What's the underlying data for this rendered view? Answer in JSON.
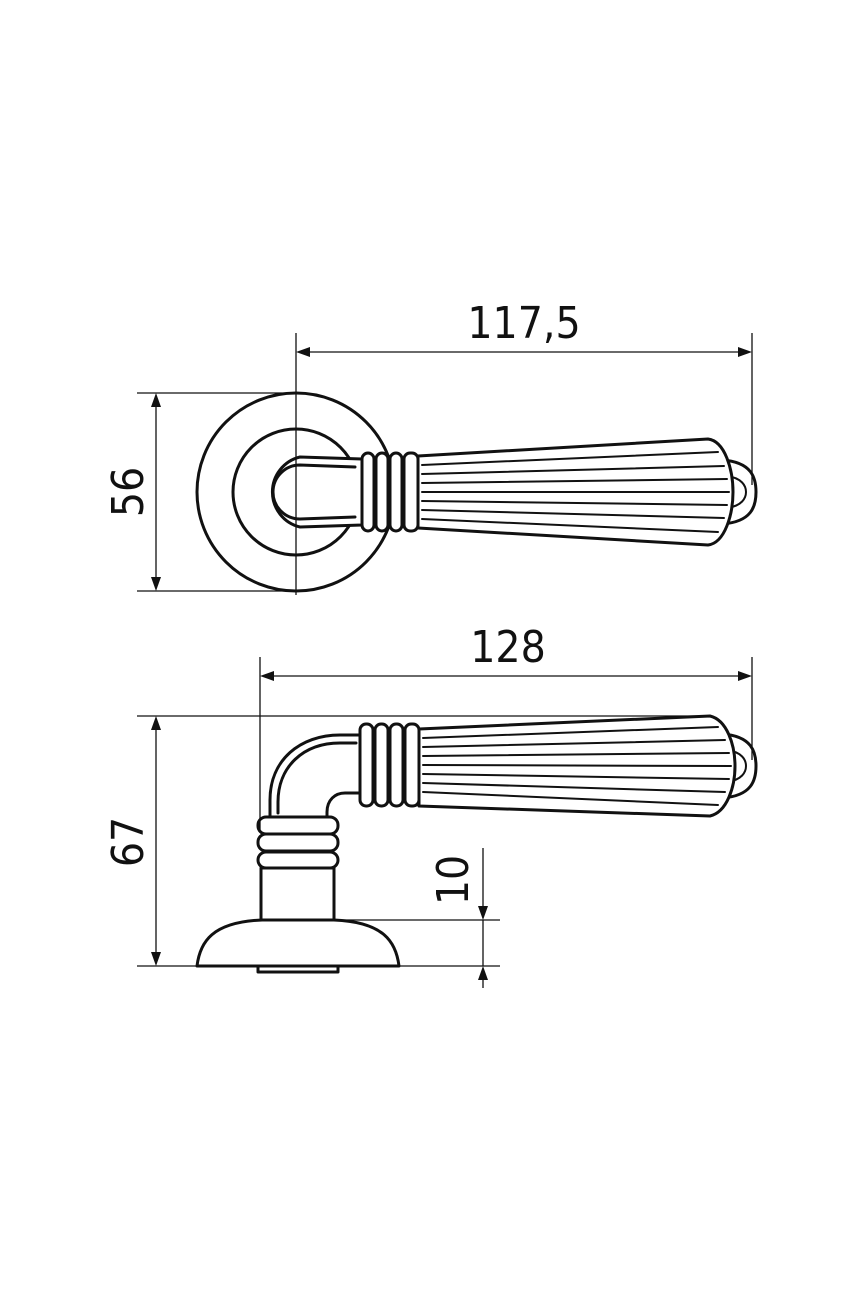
{
  "drawing": {
    "line_color": "#111111",
    "background": "#ffffff",
    "dimensions": {
      "top_length": "117,5",
      "top_height": "56",
      "side_length": "128",
      "side_height": "67",
      "rose_thickness": "10"
    }
  }
}
